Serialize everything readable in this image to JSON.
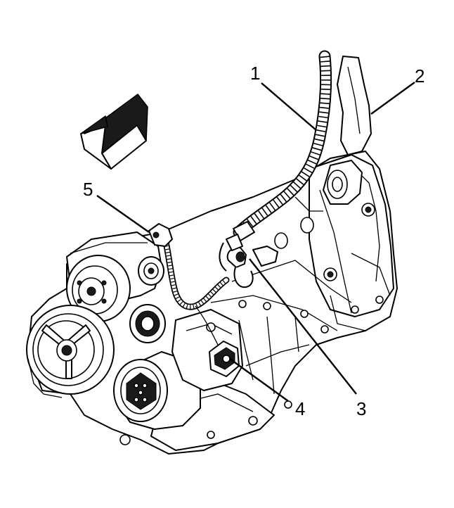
{
  "callouts": [
    {
      "id": "1",
      "label": "1"
    },
    {
      "id": "2",
      "label": "2"
    },
    {
      "id": "3",
      "label": "3"
    },
    {
      "id": "4",
      "label": "4"
    },
    {
      "id": "5",
      "label": "5"
    }
  ],
  "direction_arrow": {
    "icon": "forward-arrow-icon"
  }
}
